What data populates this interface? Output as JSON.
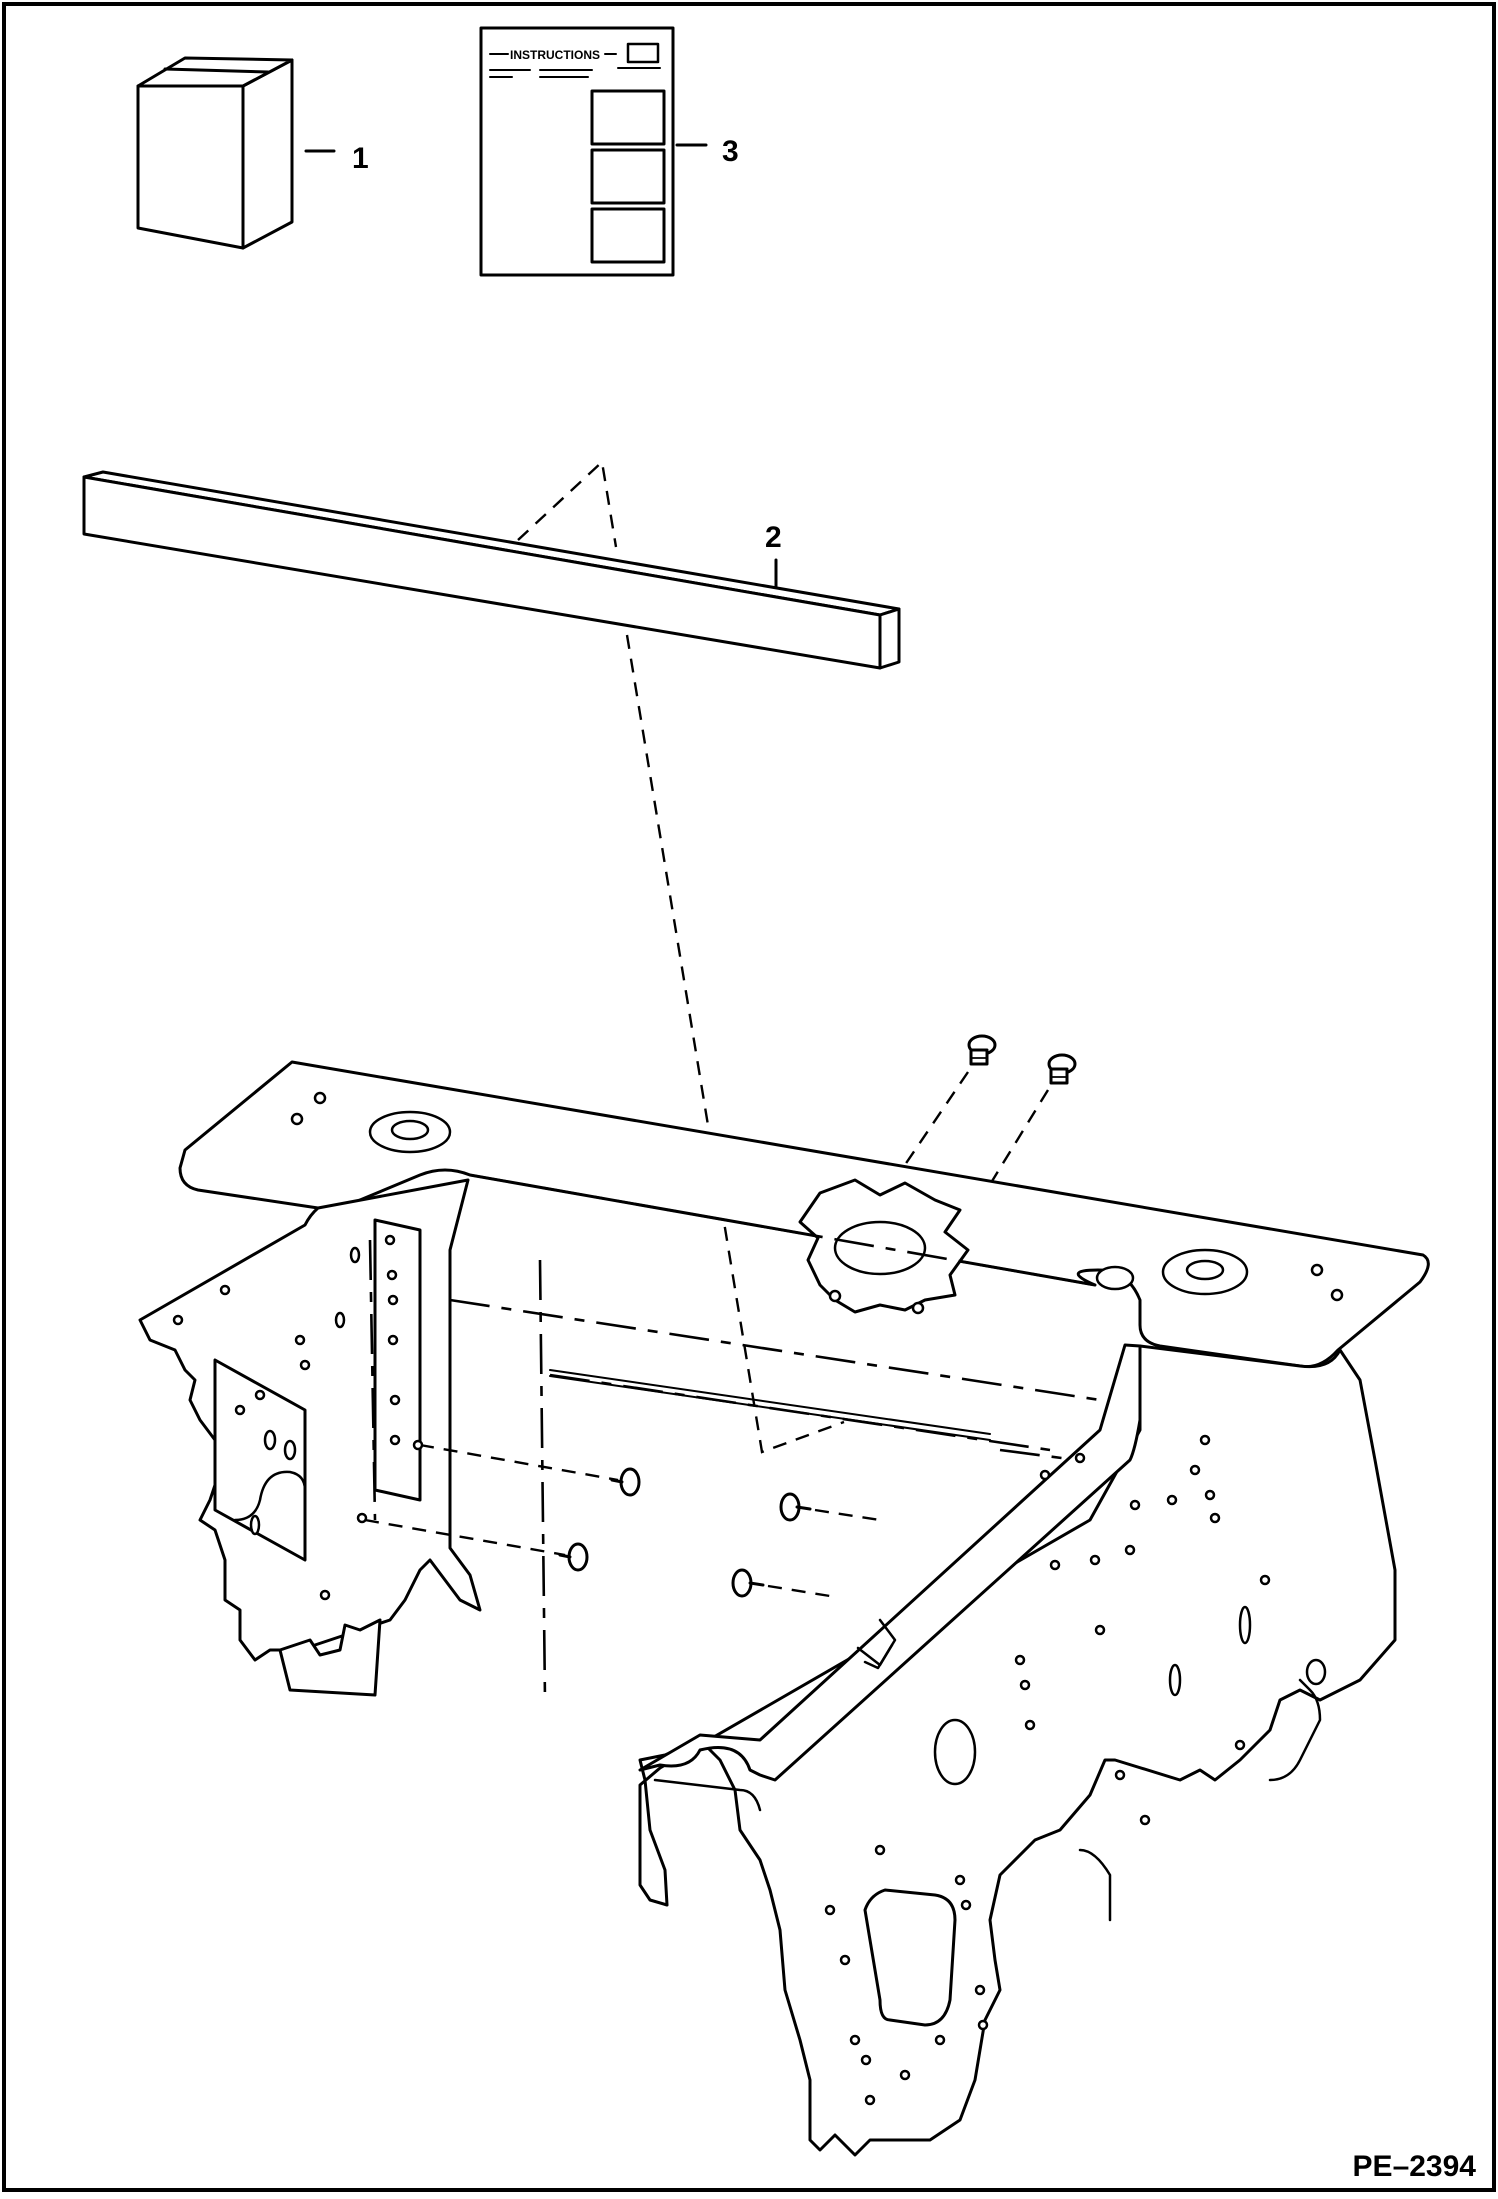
{
  "drawing": {
    "instruction_sheet_title": "INSTRUCTIONS",
    "figure_code": "PE–2394"
  },
  "callouts": [
    {
      "id": "1",
      "label": "1"
    },
    {
      "id": "2",
      "label": "2"
    },
    {
      "id": "3",
      "label": "3"
    }
  ]
}
